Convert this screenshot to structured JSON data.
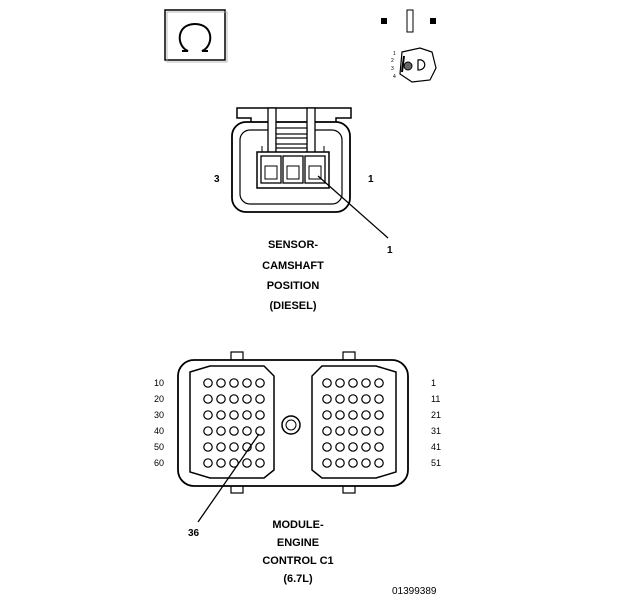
{
  "sensor": {
    "pin_left": "3",
    "pin_right": "1",
    "callout": "1",
    "caption_lines": [
      "SENSOR-",
      "CAMSHAFT",
      "POSITION",
      "(DIESEL)"
    ]
  },
  "module": {
    "left_row_labels": [
      "10",
      "20",
      "30",
      "40",
      "50",
      "60"
    ],
    "right_row_labels": [
      "1",
      "11",
      "21",
      "31",
      "41",
      "51"
    ],
    "callout": "36",
    "caption_lines": [
      "MODULE-",
      "ENGINE",
      "CONTROL C1",
      "(6.7L)"
    ]
  },
  "key_numbers": [
    "1",
    "2",
    "3",
    "4"
  ],
  "figure_id": "01399389"
}
